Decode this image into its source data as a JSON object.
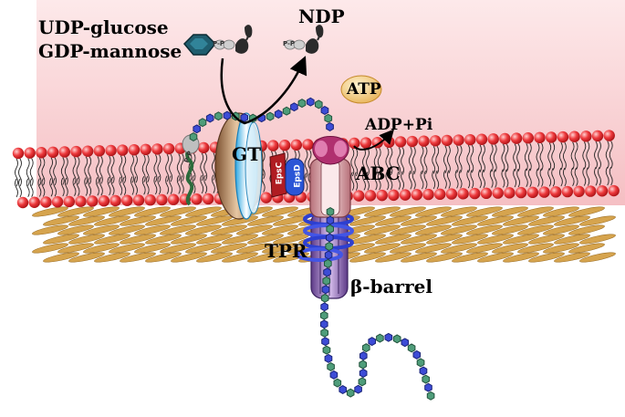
{
  "labels": {
    "donor_1": "UDP-glucose",
    "donor_2": "GDP-mannose",
    "product": "NDP",
    "gt": "GT",
    "atp": "ATP",
    "adp": "ADP+Pi",
    "abc": "ABC",
    "tpr": "TPR",
    "barrel": "β-barrel",
    "epsc": "EpsC",
    "epsd": "EpsD",
    "pp": "P-P"
  },
  "colors": {
    "background_top": "#f6c9cc",
    "lipid_head": "#e8383b",
    "fiber": "#d6a44e",
    "sugar_green": "#4f9d7a",
    "sugar_blue": "#3d4cd6",
    "gt_protein": "#b8825a",
    "gt_core": "#8fd2ef",
    "abc_protein": "#c98a90",
    "abc_cap": "#b0306f",
    "epsc": "#b01c22",
    "epsd": "#2b55d6",
    "barrel": "#8c5cb3",
    "atp": "#f4d08a"
  },
  "icons": [
    "hexagon-sugar-icon",
    "nucleotide-icon",
    "arrow-icon"
  ]
}
